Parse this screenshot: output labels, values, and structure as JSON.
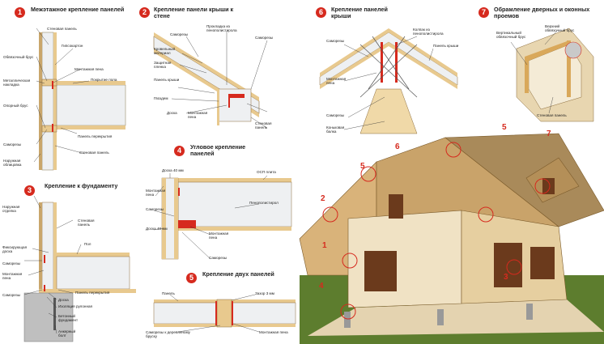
{
  "panels": [
    {
      "num": "1",
      "title": "Межэтажное крепление панелей",
      "labels": [
        "Стеновая панель",
        "Гипсокартон",
        "Обвязочный брус",
        "Монтажная пена",
        "Покрытие пола",
        "Металлическая накладка",
        "Опорный брус",
        "Саморезы",
        "Панель перекрытия",
        "Наружная облицовка",
        "Стеновая панель"
      ]
    },
    {
      "num": "2",
      "title": "Крепление панели крыши к стене",
      "labels": [
        "Прокладка из пенополистирола",
        "Саморезы",
        "Кровельный материал",
        "Защитная пленка",
        "Саморезы",
        "Панель крыши",
        "Гвоздем",
        "Доска",
        "Монтажная пена",
        "Стеновая панель"
      ]
    },
    {
      "num": "3",
      "title": "Крепление к фундаменту",
      "labels": [
        "Наружная отделка",
        "Стеновая панель",
        "Фиксирующая доска",
        "Пол",
        "Саморезы",
        "Монтажная пена",
        "Панель перекрытия",
        "Саморезы",
        "Доска",
        "Изоляция рулонная",
        "Бетонный фундамент",
        "Анкерный болт"
      ]
    },
    {
      "num": "4",
      "title": "Угловое крепление панелей",
      "labels": [
        "Доска 40 мм",
        "ОСП плита",
        "Монтажная пена",
        "Саморезы",
        "Пенополистирол",
        "Доска 40 мм",
        "Монтажная пена",
        "Саморезы"
      ]
    },
    {
      "num": "5",
      "title": "Крепление двух панелей",
      "labels": [
        "Панель",
        "Зазор 3 мм",
        "Саморезы к деревянному бруску",
        "Монтажная пена"
      ]
    },
    {
      "num": "6",
      "title": "Крепление панелей крыши",
      "labels": [
        "Колпак из пенополистирола",
        "Саморезы",
        "Панель крыши",
        "Монтажная пена",
        "Саморезы",
        "Коньковая балка"
      ]
    },
    {
      "num": "7",
      "title": "Обрамление дверных и оконных проемов",
      "labels": [
        "Верхний обвязочный брус",
        "Вертикальный обвязочный брус",
        "Стеновая панель"
      ]
    }
  ],
  "house_markers": [
    "1",
    "2",
    "3",
    "4",
    "5",
    "5",
    "6",
    "7"
  ],
  "colors": {
    "accent": "#d62a1e",
    "wood": "#e8c98e",
    "foam": "#eef0f2",
    "ground": "#6f8f3a"
  }
}
